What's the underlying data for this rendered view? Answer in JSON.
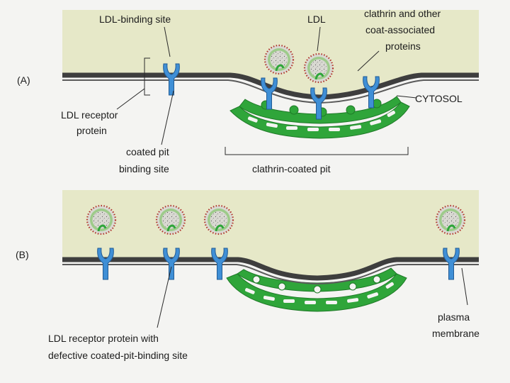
{
  "panel_a": {
    "letter": "(A)",
    "labels": {
      "ldl_binding_site": "LDL-binding site",
      "ldl": "LDL",
      "clathrin_line1": "clathrin and other",
      "clathrin_line2": "coat-associated",
      "clathrin_line3": "proteins",
      "cytosol": "CYTOSOL",
      "receptor_line1": "LDL receptor",
      "receptor_line2": "protein",
      "coated_pit_binding_line1": "coated pit",
      "coated_pit_binding_line2": "binding site",
      "clathrin_coated_pit": "clathrin-coated pit"
    }
  },
  "panel_b": {
    "letter": "(B)",
    "labels": {
      "defective_line1": "LDL receptor protein with",
      "defective_line2": "defective coated-pit-binding site",
      "plasma_line1": "plasma",
      "plasma_line2": "membrane"
    }
  },
  "colors": {
    "extracellular": "#e6e8c8",
    "membrane": "#3e3e3e",
    "receptor": "#3f8fd6",
    "clathrin": "#2fa53a",
    "ldl_dots": "#b0332c",
    "ldl_core": "#d9d9d2"
  }
}
